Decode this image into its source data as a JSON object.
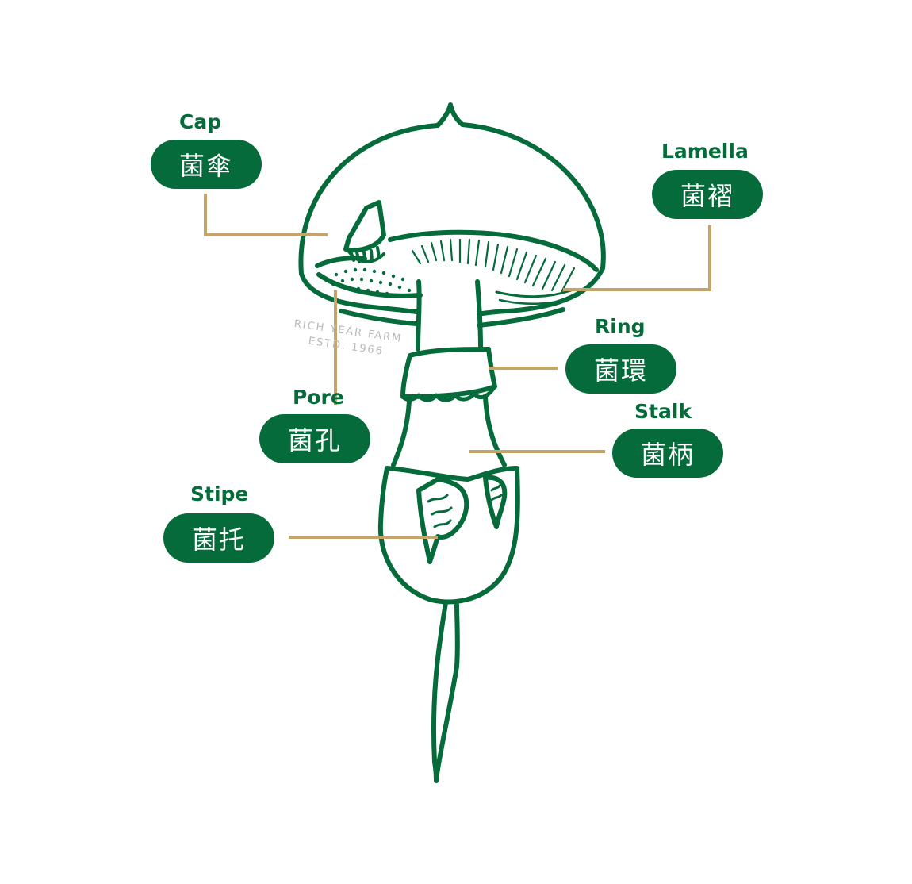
{
  "colors": {
    "green": "#056b3a",
    "gold": "#c4a46b",
    "background": "#ffffff",
    "watermark": "#b9b9b9"
  },
  "labels": {
    "cap": {
      "en": "Cap",
      "zh": "菌傘"
    },
    "lamella": {
      "en": "Lamella",
      "zh": "菌褶"
    },
    "ring": {
      "en": "Ring",
      "zh": "菌環"
    },
    "pore": {
      "en": "Pore",
      "zh": "菌孔"
    },
    "stalk": {
      "en": "Stalk",
      "zh": "菌柄"
    },
    "stipe": {
      "en": "Stipe",
      "zh": "菌托"
    }
  },
  "watermark": {
    "line1": "RICH YEAR FARM",
    "line2": "ESTD. 1966"
  }
}
